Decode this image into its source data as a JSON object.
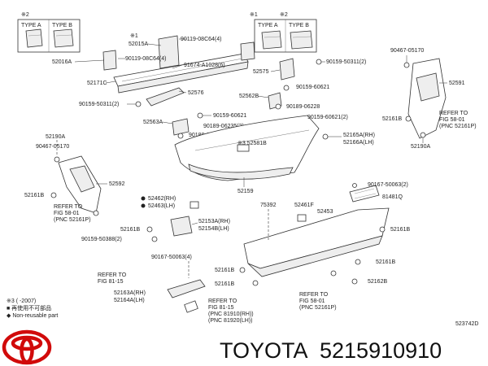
{
  "brand": "TOYOTA",
  "part_number": "5215910910",
  "diagram_code": "523742D",
  "labels": {
    "ref_star2": "※2",
    "ref_star1": "※1",
    "ref_star1b": "※1",
    "ref_star2b": "※2",
    "type_a": "TYPE A",
    "type_b": "TYPE B",
    "type_a2": "TYPE A",
    "type_b2": "TYPE B",
    "p52015a": "52015A",
    "p52016a": "52016A",
    "p52171c": "52171C",
    "p52576": "52576",
    "p52575": "52575",
    "p52562b": "52562B",
    "p52563a": "52563A",
    "p52591": "52591",
    "p52161b_r": "52161B",
    "p52190a_r": "52190A",
    "p52190a_l": "52190A",
    "p52161b_l": "52161B",
    "p52592": "52592",
    "p52581b": "※3 52581B",
    "p52159": "52159",
    "p52462": "52462(RH)",
    "p52463": "52463(LH)",
    "p52161b_c": "52161B",
    "p52153a": "52153A(RH)",
    "p52154b": "52154B(LH)",
    "p75392": "75392",
    "p52461f": "52461F",
    "p81481q": "81481Q",
    "p52453": "52453",
    "p52161b_rr": "52161B",
    "p52161b_b1": "52161B",
    "p52161b_b2": "52161B",
    "p52161b_b3": "52161B",
    "p52162b": "52162B",
    "p52163a": "52163A(RH)",
    "p52164a": "52164A(LH)",
    "p52165a": "52165A(RH)",
    "p52166a": "52166A(LH)",
    "b90119_1": "90119-08C64(4)",
    "b90119_2": "90119-08C64(4)",
    "b91674": "91674-A1028(6)",
    "b90159_50311_1": "90159-50311(2)",
    "b90159_50311_2": "90159-50311(2)",
    "b90159_60621_1": "90159-60621",
    "b90189_06228_1": "90189-06228",
    "b90159_60621_2": "90159-60621",
    "b90189_06235": "90189-06235(2)",
    "b90189_06228_2": "90189-06228",
    "b90159_60621_3": "90159-60621(2)",
    "b90467_r": "90467-05170",
    "b90467_l": "90467-05170",
    "b90159_50388": "90159-50388(2)",
    "b90167_1": "90167-50063(2)",
    "b90167_2": "90167-50063(4)",
    "ref_r_1": "REFER TO",
    "ref_r_2": "FIG 58-01",
    "ref_r_3": "(PNC 52161P)",
    "ref_l_1": "REFER TO",
    "ref_l_2": "FIG 58-01",
    "ref_l_3": "(PNC 52161P)",
    "ref_b_1": "REFER TO",
    "ref_b_2": "FIG 58-01",
    "ref_b_3": "(PNC 52161P)",
    "ref_c_1": "REFER TO",
    "ref_c_2": "FIG 81-15",
    "ref_m_1": "REFER TO",
    "ref_m_2": "FIG 81-15",
    "ref_m_3": "(PNC 81910(RH))",
    "ref_m_4": "(PNC 81920(LH))",
    "note_star3": "※3 (     -2007)",
    "note_jp": "■ 再使用不可部品",
    "note_en": "◆ Non-reusable part"
  },
  "colors": {
    "logo": "#d10a0a",
    "ink": "#222222"
  }
}
